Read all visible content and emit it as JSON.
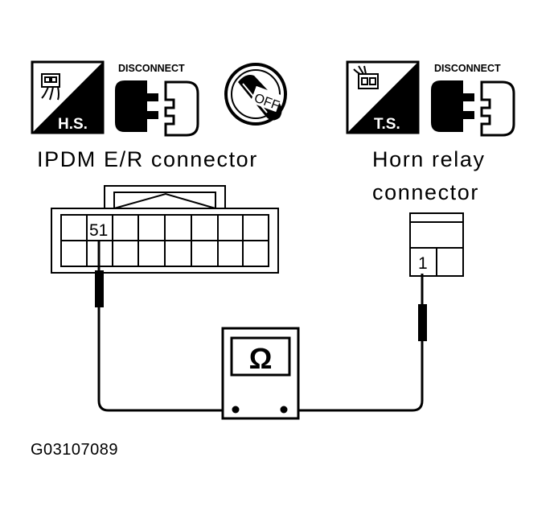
{
  "icons": {
    "hs_label": "H.S.",
    "ts_label": "T.S.",
    "disconnect_left": "DISCONNECT",
    "disconnect_right": "DISCONNECT",
    "ignition_state": "OFF"
  },
  "connectors": {
    "ipdm_title": "IPDM E/R connector",
    "ipdm_terminal": "51",
    "horn_title_line1": "Horn relay",
    "horn_title_line2": "connector",
    "horn_terminal": "1"
  },
  "meter": {
    "symbol": "Ω"
  },
  "figure_code": "G03107089"
}
